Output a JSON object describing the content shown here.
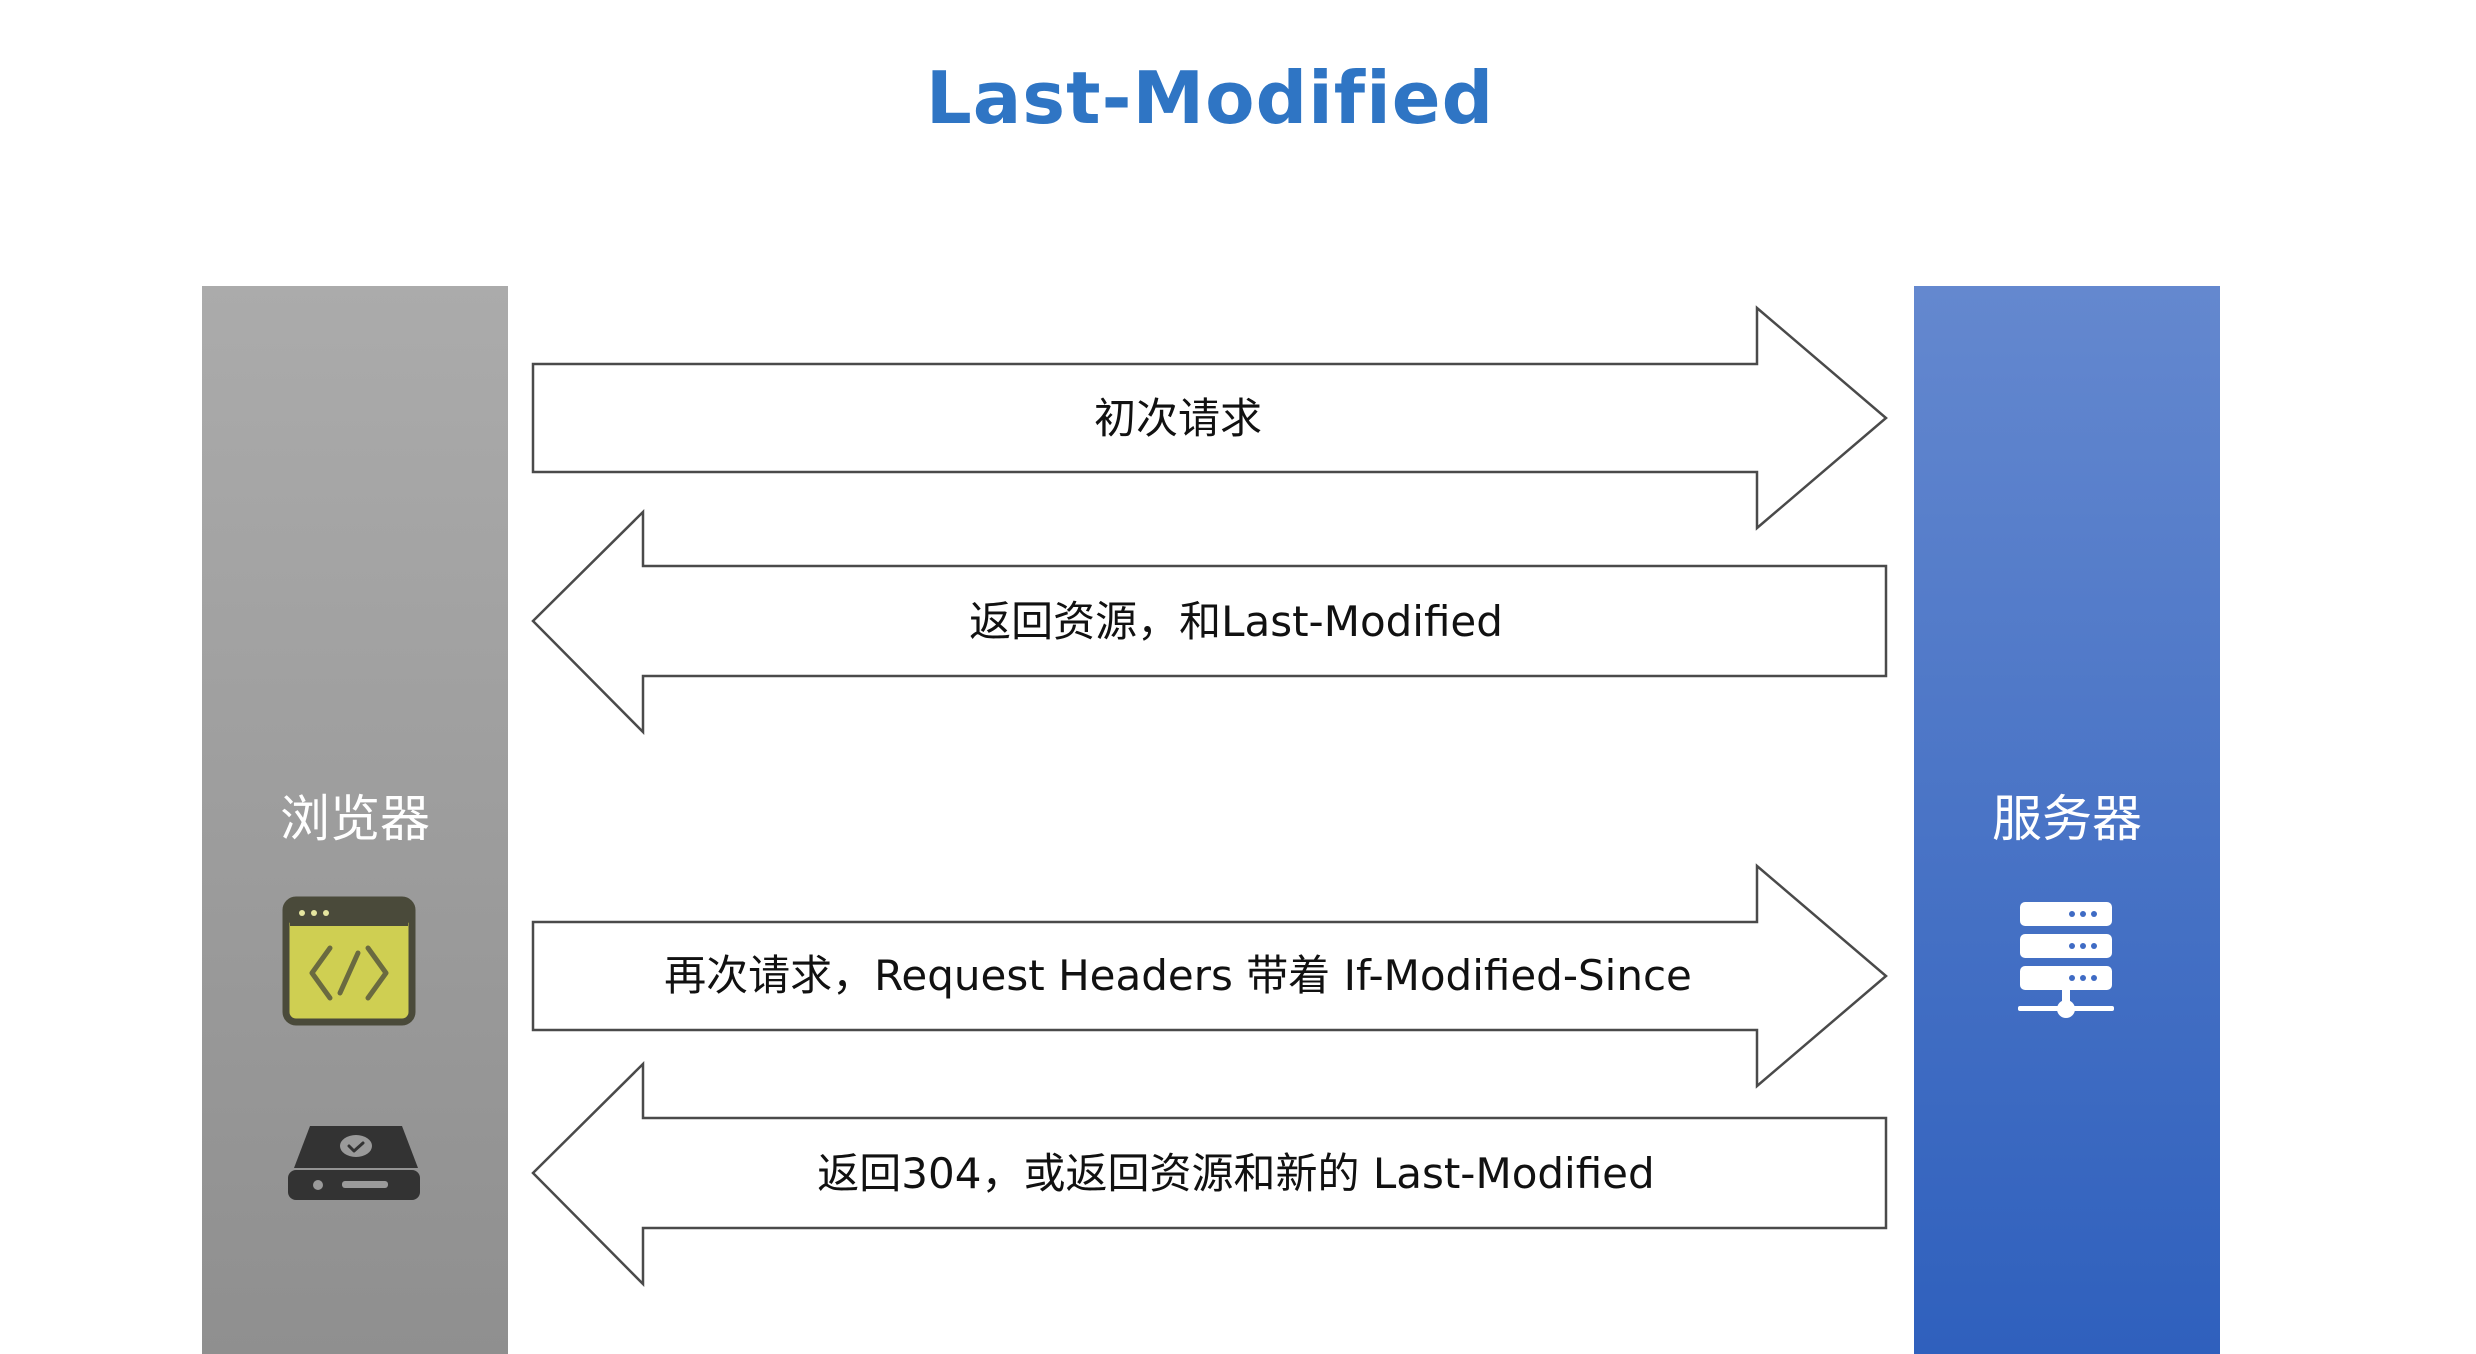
{
  "title": "Last-Modified",
  "browser": {
    "label": "浏览器",
    "icons": [
      "code-window-icon",
      "hard-drive-icon"
    ]
  },
  "server": {
    "label": "服务器",
    "icons": [
      "server-rack-icon"
    ]
  },
  "arrows": [
    {
      "direction": "right",
      "label": "初次请求"
    },
    {
      "direction": "left",
      "label": "返回资源，和Last-Modified"
    },
    {
      "direction": "right",
      "label": "再次请求，Request Headers 带着 If-Modified-Since"
    },
    {
      "direction": "left",
      "label": "返回304，或返回资源和新的 Last-Modified"
    }
  ],
  "colors": {
    "title": "#2f75c4",
    "browser_top": "#ababab",
    "browser_bottom": "#8f8f8f",
    "server_top": "#6488cf",
    "server_bottom": "#2f60bd",
    "code_window_fill": "#cfcf52",
    "code_window_border": "#4a4a3a",
    "drive": "#333333"
  }
}
